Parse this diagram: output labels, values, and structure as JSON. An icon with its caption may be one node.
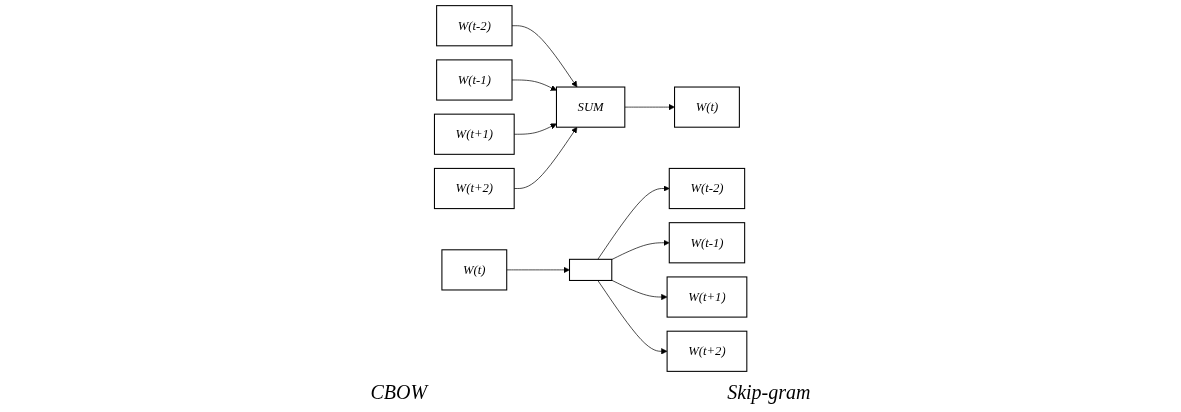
{
  "diagram": {
    "nodes": [
      {
        "text": [
          "W(t-2)"
        ]
      },
      {
        "text": [
          "W(t-1)"
        ]
      },
      {
        "text": [
          "W(t+1)"
        ]
      },
      {
        "text": [
          "W(t+2)"
        ]
      },
      {
        "text": [
          "SUM"
        ]
      },
      {
        "text": [
          "W(t)"
        ]
      },
      {
        "text": [
          "W(t)"
        ]
      },
      {
        "text": [],
        "shape": "box"
      },
      {
        "text": [
          "W(t-2)"
        ]
      },
      {
        "text": [
          "W(t-1)"
        ]
      },
      {
        "text": [
          "W(t+1)"
        ]
      },
      {
        "text": [
          "W(t+2)"
        ]
      }
    ],
    "edges": [
      {
        "from": 0,
        "to": 4,
        "arrow": "to"
      },
      {
        "from": 1,
        "to": 4,
        "arrow": "to"
      },
      {
        "from": 2,
        "to": 4,
        "arrow": "to"
      },
      {
        "from": 3,
        "to": 4,
        "arrow": "to"
      },
      {
        "from": 4,
        "to": 5,
        "arrow": "to"
      },
      {
        "from": 6,
        "to": 7,
        "arrow": "to"
      },
      {
        "from": 7,
        "to": 8,
        "arrow": "to"
      },
      {
        "from": 7,
        "to": 9,
        "arrow": "to"
      },
      {
        "from": 7,
        "to": 10,
        "arrow": "to"
      },
      {
        "from": 7,
        "to": 11,
        "arrow": "to"
      }
    ],
    "labels": [
      "CBOW",
      "Skip-gram"
    ]
  }
}
